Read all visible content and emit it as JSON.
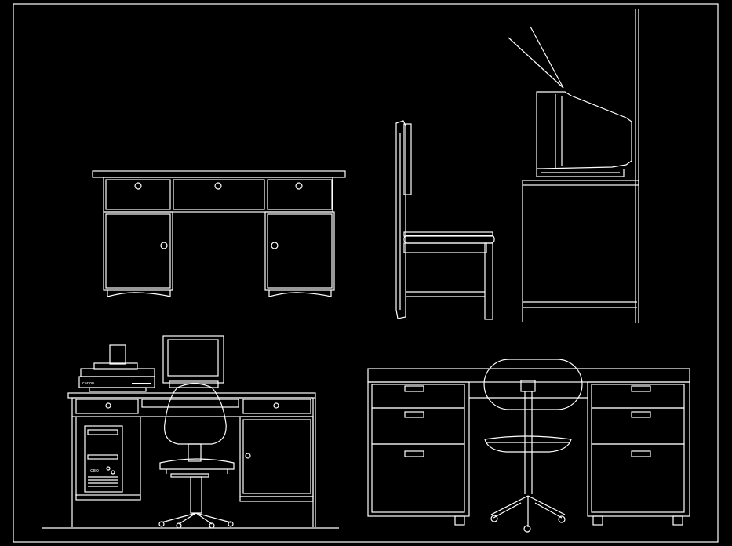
{
  "drawing": {
    "background": "#000000",
    "stroke_color": "#ffffff",
    "objects": [
      "desk-front-elevation",
      "chair-side-elevation",
      "tv-cabinet-side-elevation",
      "computer-workstation-front",
      "double-pedestal-desk-with-chair"
    ]
  },
  "labels": {
    "printer_brand": "canon",
    "cpu_front_text": "GEO"
  }
}
